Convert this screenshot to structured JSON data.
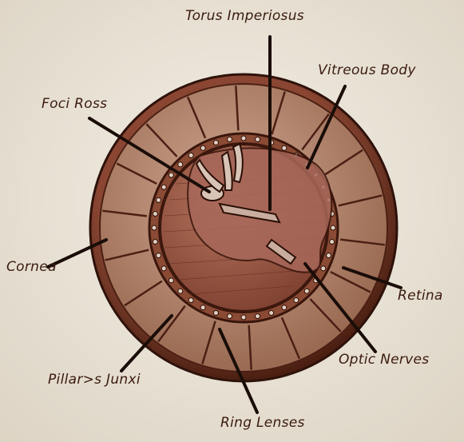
{
  "labels": {
    "torus": "Torus Imperiosus",
    "vitreous": "Vitreous Body",
    "foci": "Foci Ross",
    "cornea": "Cornea",
    "retina": "Retina",
    "optic": "Optic Nerves",
    "pillars": "Pillar>s Junxi",
    "ring": "Ring Lenses"
  },
  "colors": {
    "parchment": "#ece7dc",
    "outer_rim": "#6e3420",
    "ring_band": "#b08068",
    "inner_ring": "#8a4a34",
    "inner_disc": "#9a5a44",
    "ink": "#1a0d08",
    "label_ink": "#3a1a0e"
  }
}
